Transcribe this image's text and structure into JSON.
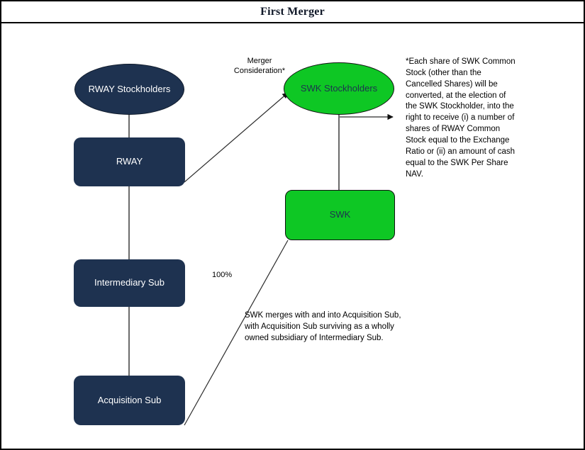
{
  "header": {
    "title": "First Merger"
  },
  "diagram": {
    "type": "org-merger-structure-chart",
    "nodes": [
      {
        "id": "rway-stockholders",
        "label": "RWAY Stockholders",
        "shape": "ellipse",
        "fill": "#1e3250",
        "text_color": "#ffffff"
      },
      {
        "id": "swk-stockholders",
        "label": "SWK Stockholders",
        "shape": "ellipse",
        "fill": "#0ec724",
        "text_color": "#1e3250"
      },
      {
        "id": "rway",
        "label": "RWAY",
        "shape": "rounded-rect",
        "fill": "#1e3250",
        "text_color": "#ffffff"
      },
      {
        "id": "swk",
        "label": "SWK",
        "shape": "rounded-rect",
        "fill": "#0ec724",
        "text_color": "#1e3250"
      },
      {
        "id": "intermediary-sub",
        "label": "Intermediary Sub",
        "shape": "rounded-rect",
        "fill": "#1e3250",
        "text_color": "#ffffff"
      },
      {
        "id": "acquisition-sub",
        "label": "Acquisition Sub",
        "shape": "rounded-rect",
        "fill": "#1e3250",
        "text_color": "#ffffff"
      }
    ],
    "edge_labels": {
      "merger_consideration": "Merger\nConsideration*",
      "ownership_percent": "100%"
    },
    "annotations": {
      "merger_consideration_note": "*Each share of SWK Common Stock (other than the Cancelled Shares) will be converted, at the election of the SWK Stockholder, into the right to receive (i) a number of shares of RWAY Common Stock equal to the Exchange Ratio or (ii) an amount of cash equal to the SWK Per Share NAV.",
      "merger_mechanics_note": "SWK merges with and into Acquisition Sub, with Acquisition Sub surviving as a wholly owned subsidiary of Intermediary Sub."
    },
    "colors": {
      "navy": "#1e3250",
      "green": "#0ec724",
      "line": "#2b2b2b",
      "border": "#000000",
      "background": "#ffffff"
    }
  }
}
